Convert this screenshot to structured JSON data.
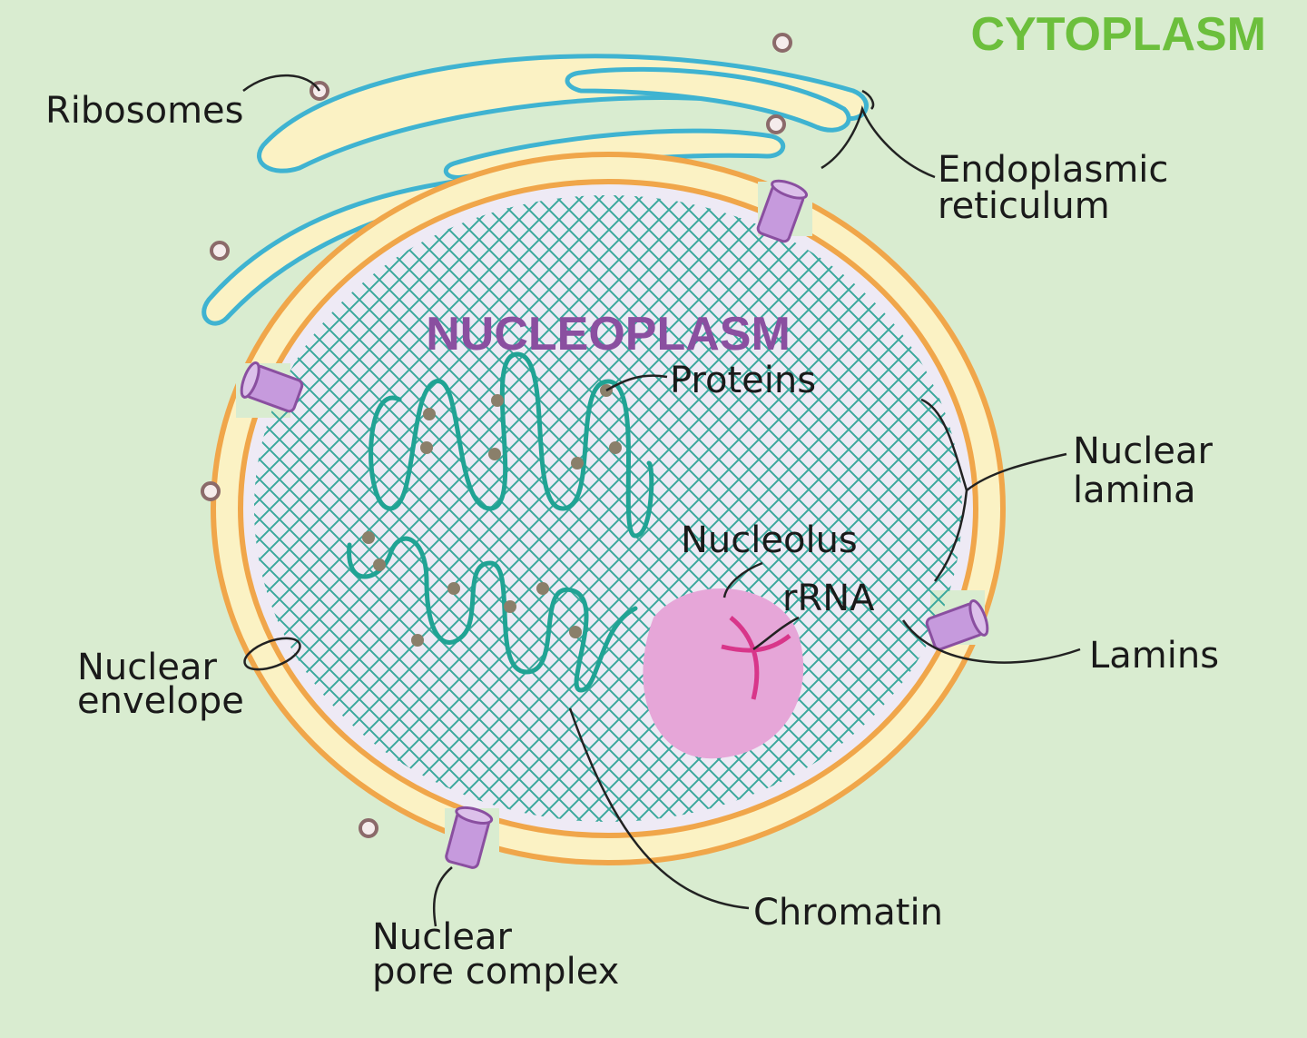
{
  "regions": {
    "cytoplasm": "CYTOPLASM",
    "nucleoplasm": "NUCLEOPLASM"
  },
  "labels": {
    "ribosomes": "Ribosomes",
    "er_line1": "Endoplasmic",
    "er_line2": "reticulum",
    "proteins": "Proteins",
    "nuclear_lamina_line1": "Nuclear",
    "nuclear_lamina_line2": "lamina",
    "nucleolus": "Nucleolus",
    "rrna": "rRNA",
    "lamins": "Lamins",
    "nuclear_envelope_line1": "Nuclear",
    "nuclear_envelope_line2": "envelope",
    "chromatin": "Chromatin",
    "pore_line1": "Nuclear",
    "pore_line2": "pore complex"
  },
  "colors": {
    "background": "#d9ecd0",
    "cytoplasm_text": "#6cbf3c",
    "nucleoplasm_text": "#8a4fa0",
    "envelope_fill": "#fbf2c4",
    "envelope_edge": "#f0a64a",
    "er_edge": "#3fb3d1",
    "nucleoplasm_fill": "#eeeaf5",
    "lamina": "#3aa89c",
    "chromatin": "#20a394",
    "nucleolus": "#e6a6d8",
    "rrna": "#d8368a",
    "pore": "#c69add",
    "ribosome": "#8b6a6a",
    "protein": "#8a7f6a"
  }
}
